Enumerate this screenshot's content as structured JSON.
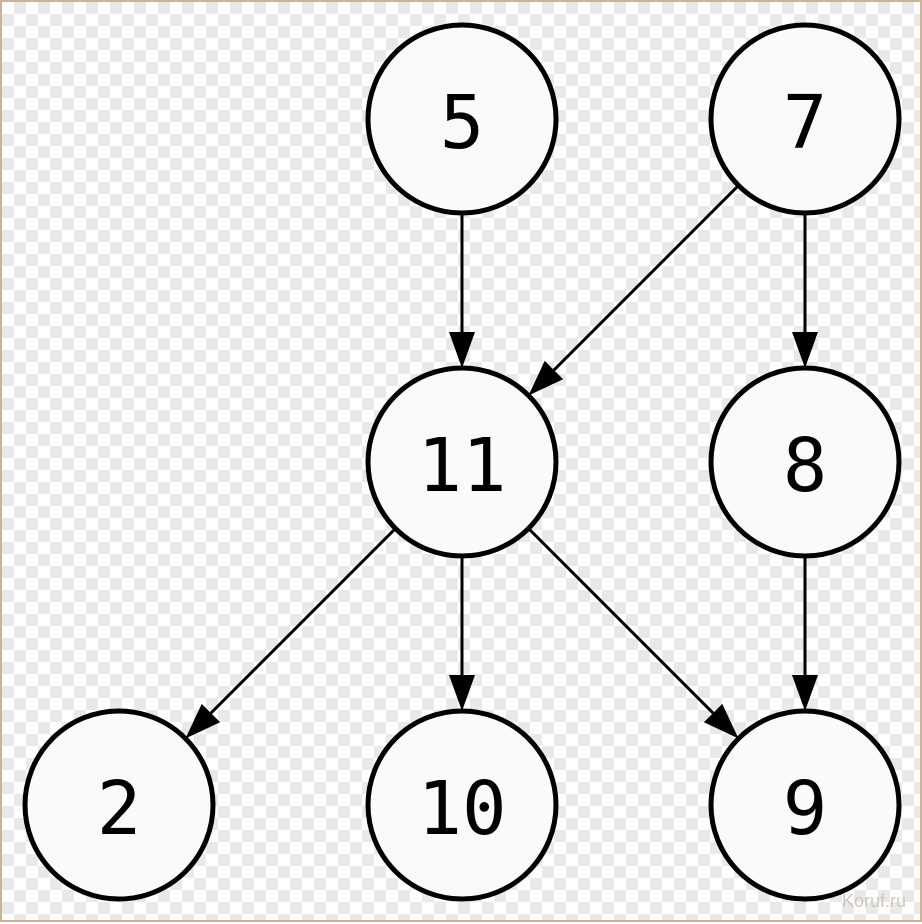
{
  "diagram": {
    "nodes": [
      {
        "id": "n5",
        "label": "5"
      },
      {
        "id": "n7",
        "label": "7"
      },
      {
        "id": "n11",
        "label": "11"
      },
      {
        "id": "n8",
        "label": "8"
      },
      {
        "id": "n2",
        "label": "2"
      },
      {
        "id": "n10",
        "label": "10"
      },
      {
        "id": "n9",
        "label": "9"
      }
    ],
    "edges": [
      {
        "from": "n5",
        "to": "n11"
      },
      {
        "from": "n7",
        "to": "n11"
      },
      {
        "from": "n7",
        "to": "n8"
      },
      {
        "from": "n11",
        "to": "n2"
      },
      {
        "from": "n11",
        "to": "n10"
      },
      {
        "from": "n11",
        "to": "n9"
      },
      {
        "from": "n8",
        "to": "n9"
      }
    ]
  },
  "watermark": "Koruf.ru"
}
